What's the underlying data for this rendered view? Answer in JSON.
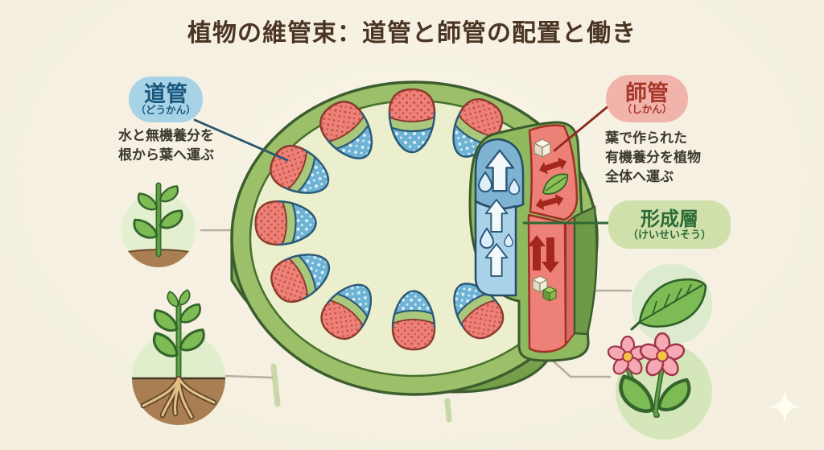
{
  "title": "植物の維管束：道管と師管の配置と働き",
  "labels": {
    "xylem": {
      "term": "道管",
      "reading": "（どうかん）",
      "description": "水と無機養分を\n根から葉へ運ぶ"
    },
    "phloem": {
      "term": "師管",
      "reading": "（しかん）",
      "description": "葉で作られた\n有機養分を植物\n全体へ運ぶ"
    },
    "cambium": {
      "term": "形成層",
      "reading": "（けいせいそう）"
    }
  },
  "diagram": {
    "bundle_count": 9,
    "icons": {
      "left_top": "plant-sprout-in-soil",
      "left_bottom": "plant-with-roots",
      "right_top": "green-leaf",
      "right_bottom": "pink-flowers",
      "cutaway": [
        "water-droplet",
        "up-arrow",
        "exchange-arrow",
        "sugar-cube",
        "small-leaf"
      ],
      "corner": "sparkle-watermark"
    }
  },
  "colors": {
    "background": "#f8f3e6",
    "title_text": "#4a3423",
    "xylem_blue": "#6fb3d4",
    "xylem_channel": "#a9d1e7",
    "xylem_badge": "#a8d3e7",
    "xylem_text": "#19577c",
    "phloem_red": "#ee8177",
    "phloem_badge": "#f1b4aa",
    "phloem_text": "#a8372b",
    "cambium_green": "#a9c87b",
    "cambium_badge": "#cfe0ab",
    "cambium_text": "#2c6a36",
    "stem_rim": "#9cc069",
    "stem_side": "#83aa54",
    "stem_inner": "#ebefcd",
    "soil_brown": "#a87e52",
    "leaf_green": "#7dbb55",
    "flower_pink": "#f4a9b4"
  }
}
